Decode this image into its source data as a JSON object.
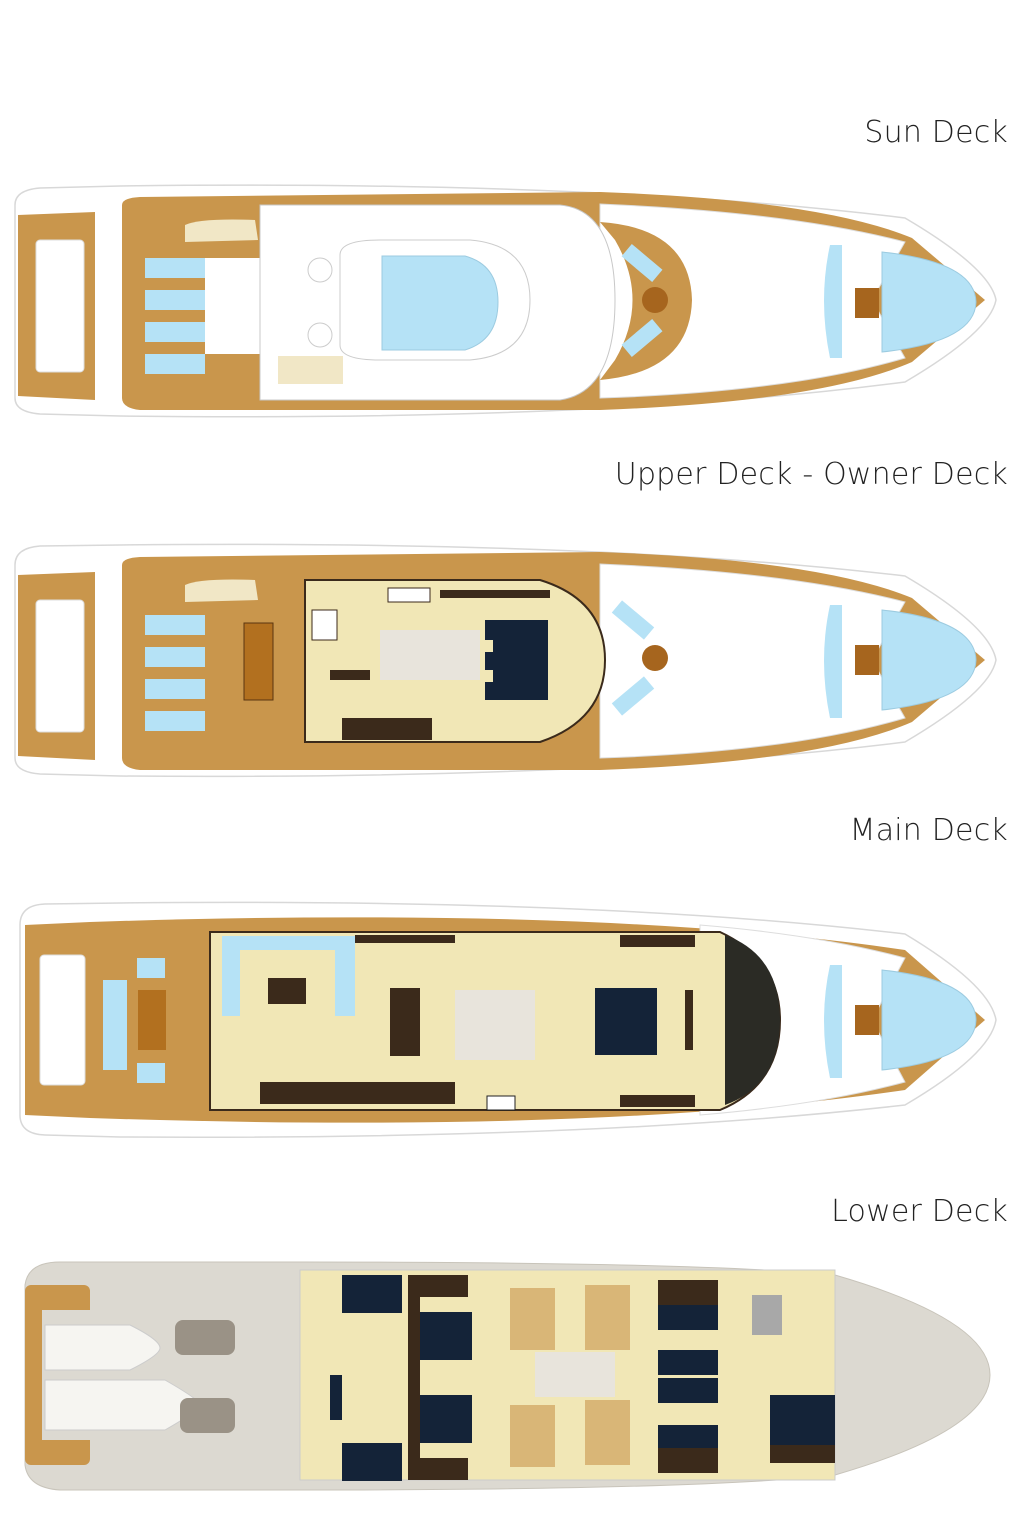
{
  "decks": [
    {
      "name": "Sun Deck"
    },
    {
      "name": "Upper Deck - Owner Deck"
    },
    {
      "name": "Main Deck"
    },
    {
      "name": "Lower Deck"
    }
  ],
  "colors": {
    "teak": "#c9964c",
    "pool_blue": "#b5e2f6",
    "interior_cream": "#f1e7b6",
    "bed_navy": "#142338",
    "furniture_brown": "#3b2a1b",
    "hull_grey": "#dcd9d1",
    "outline": "#d8d8d8"
  }
}
